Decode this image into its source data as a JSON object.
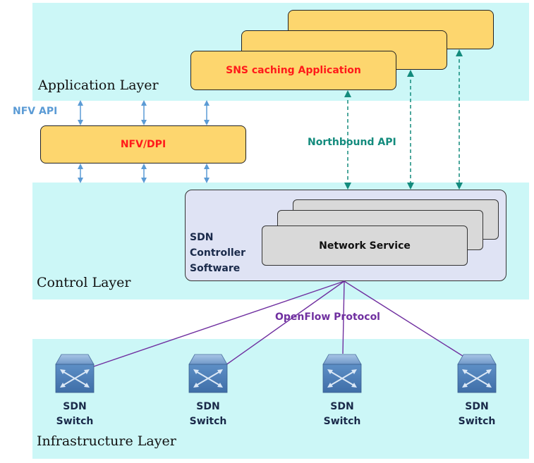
{
  "layers": {
    "application": "Application Layer",
    "control": "Control Layer",
    "infrastructure": "Infrastructure Layer"
  },
  "labels": {
    "nfv_api": "NFV API",
    "nfv_dpi": "NFV/DPI",
    "sns_app": "SNS caching Application",
    "northbound_api": "Northbound API",
    "sdn_controller": [
      "SDN",
      "Controller",
      "Software"
    ],
    "network_service": "Network Service",
    "openflow": "OpenFlow Protocol"
  },
  "switches": [
    {
      "line1": "SDN",
      "line2": "Switch"
    },
    {
      "line1": "SDN",
      "line2": "Switch"
    },
    {
      "line1": "SDN",
      "line2": "Switch"
    },
    {
      "line1": "SDN",
      "line2": "Switch"
    }
  ],
  "colors": {
    "layer_bg": "#ccf7f7",
    "app_box": "#fdd66e",
    "nfv_api_text": "#5b9bd5",
    "northbound_text": "#138b7d",
    "openflow_line": "#7030a0",
    "red_text": "#ff1a1a"
  }
}
